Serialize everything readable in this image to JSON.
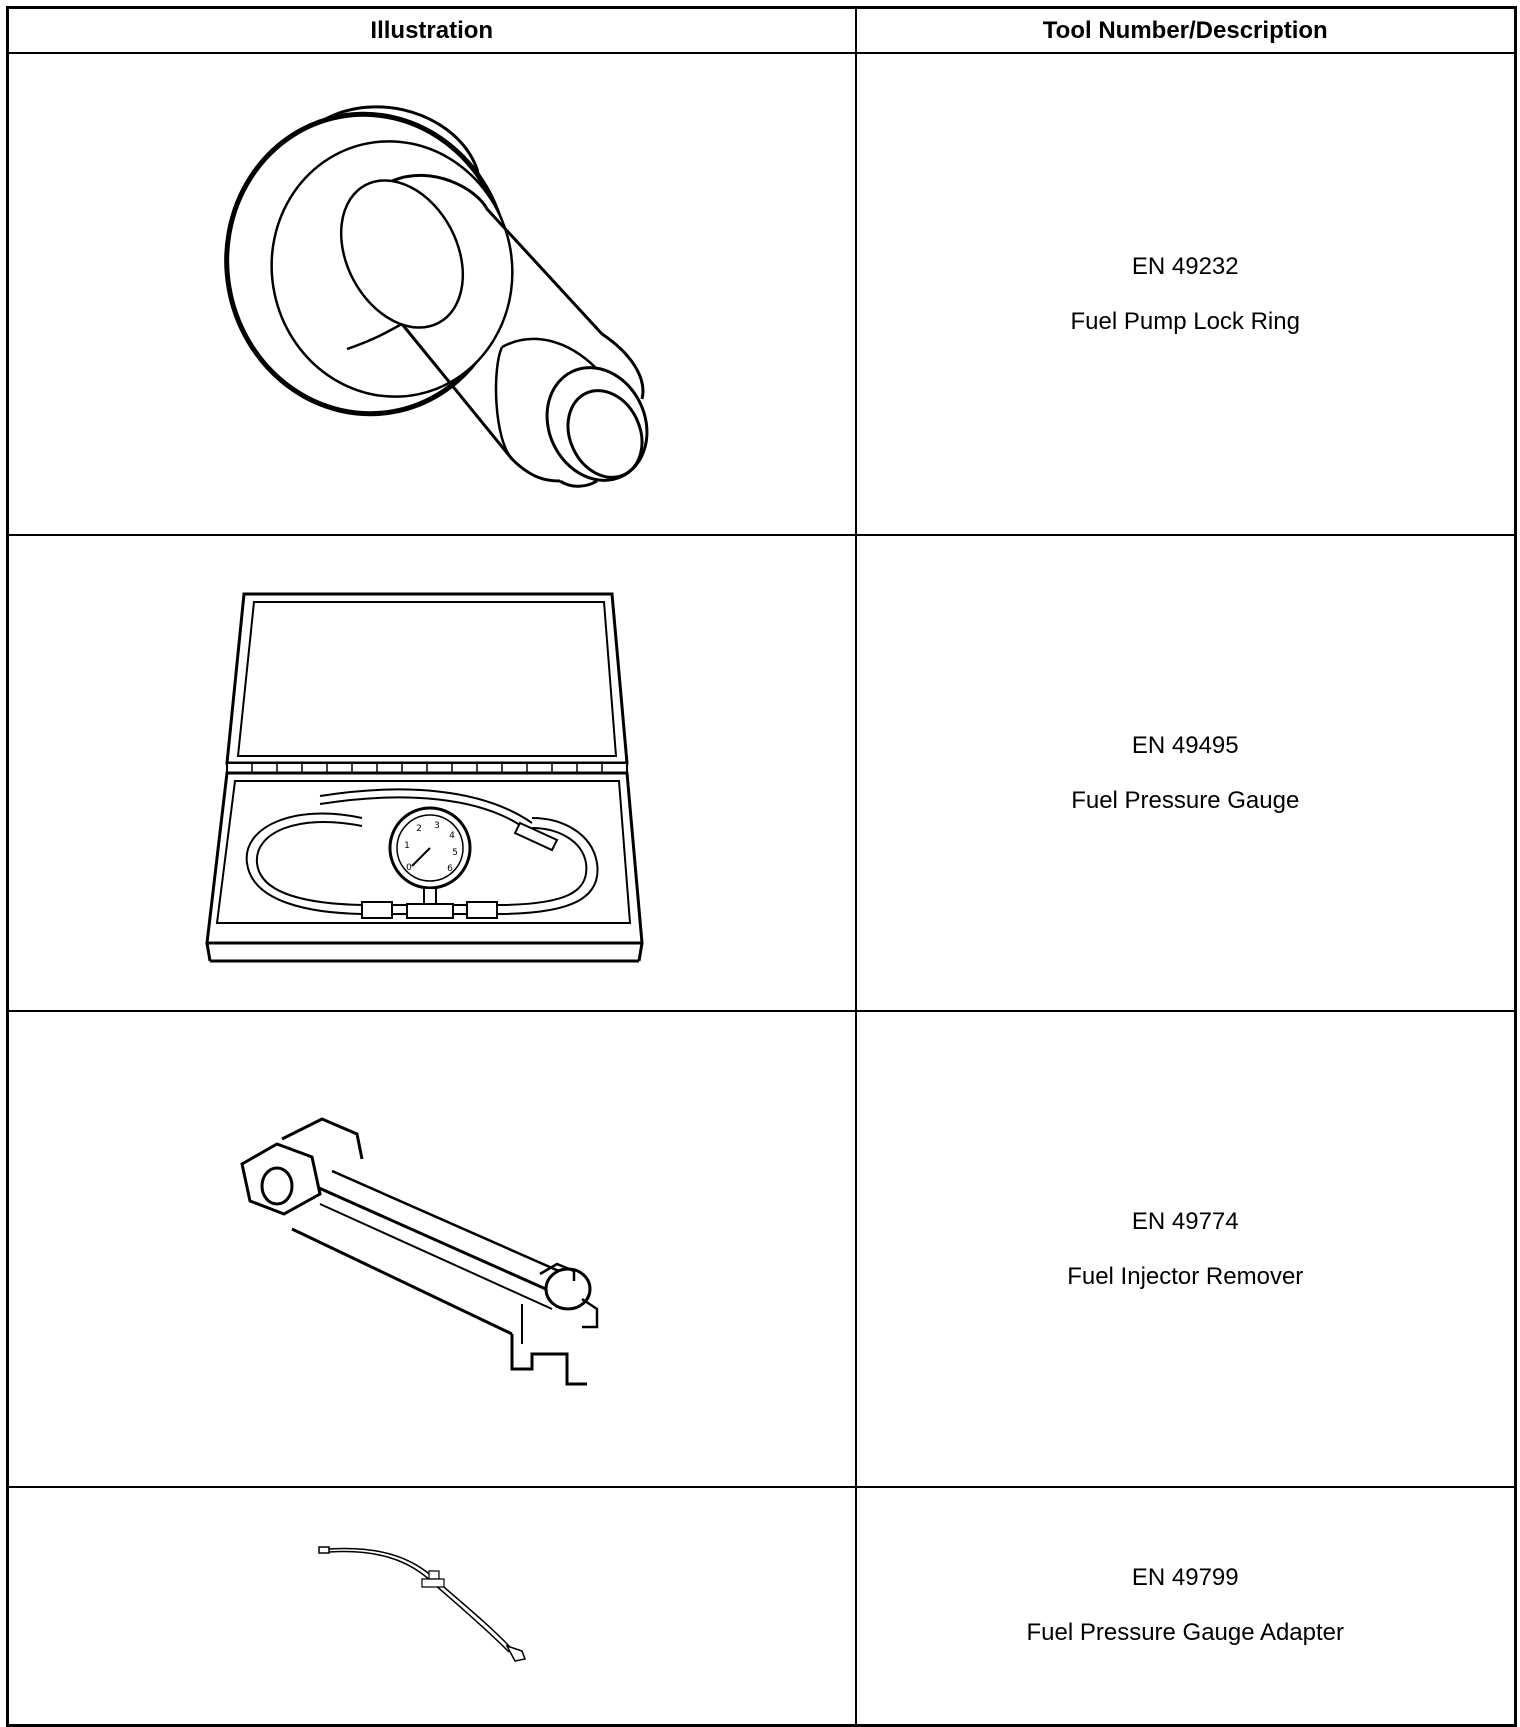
{
  "table": {
    "headers": {
      "illustration": "Illustration",
      "tool": "Tool Number/Description"
    },
    "rows": [
      {
        "tool_number": "EN 49232",
        "description": "Fuel Pump Lock Ring",
        "illustration_icon": "fuel-pump-lock-ring-tool-icon"
      },
      {
        "tool_number": "EN 49495",
        "description": "Fuel Pressure Gauge",
        "illustration_icon": "fuel-pressure-gauge-kit-icon"
      },
      {
        "tool_number": "EN 49774",
        "description": "Fuel Injector Remover",
        "illustration_icon": "fuel-injector-remover-tool-icon"
      },
      {
        "tool_number": "EN 49799",
        "description": "Fuel Pressure Gauge Adapter",
        "illustration_icon": "fuel-pressure-gauge-adapter-icon"
      }
    ],
    "gauge_dial_numbers": [
      "0",
      "1",
      "2",
      "3",
      "4",
      "5",
      "6"
    ]
  }
}
